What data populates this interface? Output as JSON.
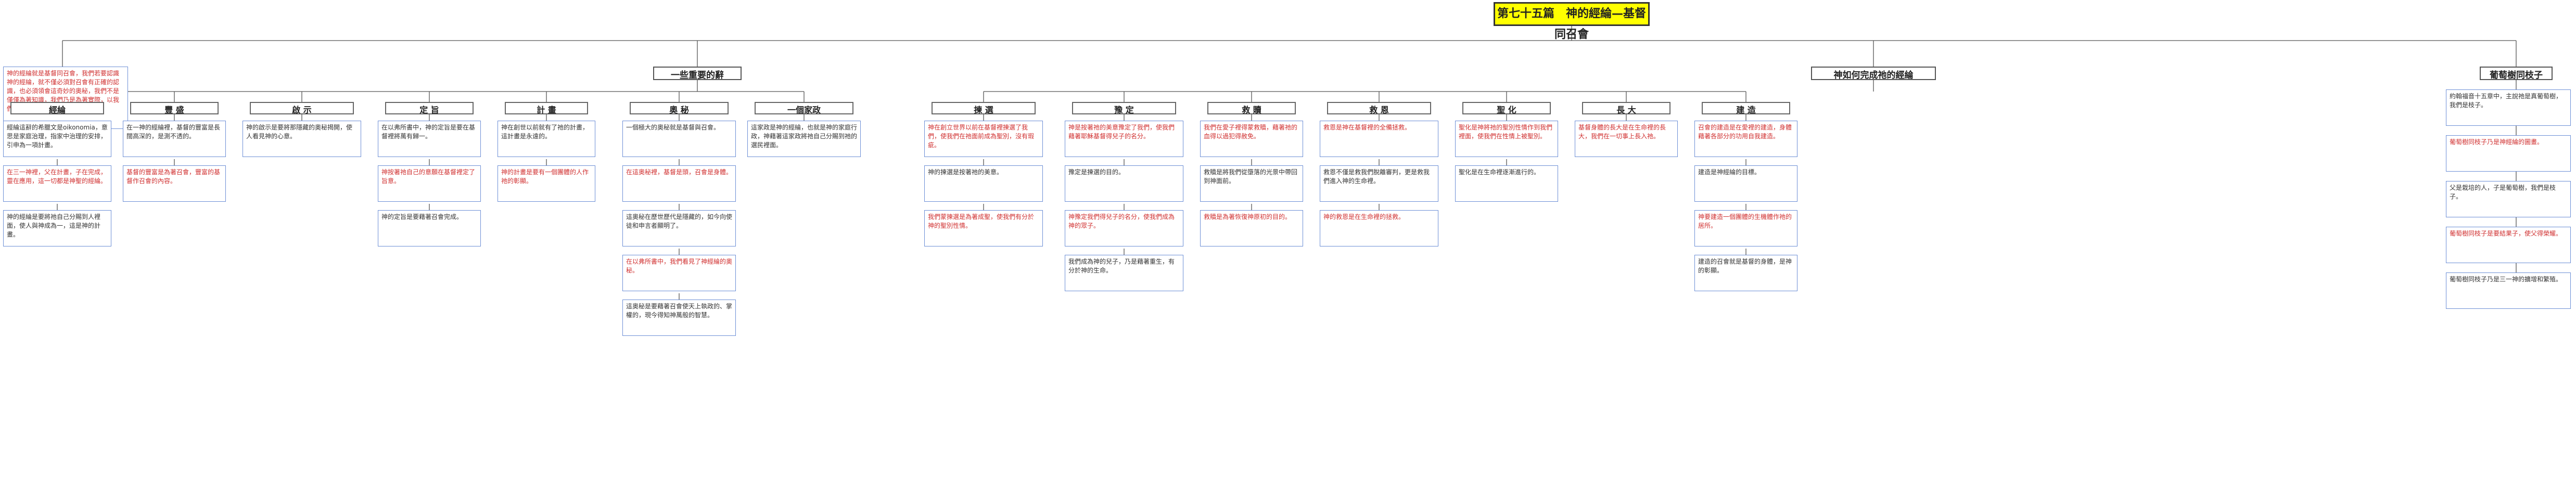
{
  "root": {
    "title": "第七十五篇　神的經綸—基督同召會"
  },
  "branches": {
    "intro_note": "神的經綸就是基督同召會，我們若要認識神的經綸，就不僅必須對召會有正確的認識，也必須領會這奇妙的奧秘，我們不是僅僅為著知識，我們乃是為著實際，以我們的經歷達到神經綸中的實際。",
    "g1": {
      "title": "一些重要的辭"
    },
    "g2": {
      "title": "神如何完成祂的經綸"
    },
    "g3": {
      "title": "葡萄樹同枝子"
    }
  },
  "words": [
    {
      "title": "經綸",
      "notes": [
        "經綸這辭的希臘文是oikonomia，意思是家庭治理，指家中治理的安排，引申為一項計畫。",
        "在三一神裡，父在計畫，子在完成，靈在應用，這一切都是神聖的經綸。",
        "神的經綸是要將祂自己分賜到人裡面，使人與神成為一，這是神的計畫。"
      ]
    },
    {
      "title": "豐 盛",
      "notes": [
        "在一神的經綸裡，基督的豐富是長闊高深的，是測不透的。",
        "基督的豐富是為著召會，豐富的基督作召會的內容。"
      ]
    },
    {
      "title": "啟 示",
      "notes": [
        "神的啟示是要將那隱藏的奧秘揭開，使人看見神的心意。"
      ]
    },
    {
      "title": "定 旨",
      "notes": [
        "在以弗所書中，神的定旨是要在基督裡將萬有歸一。",
        "神按著祂自己的意願在基督裡定了旨意。",
        "神的定旨是要藉著召會完成。"
      ]
    },
    {
      "title": "計 畫",
      "notes": [
        "神在創世以前就有了祂的計畫，這計畫是永遠的。",
        "神的計畫是要有一個團體的人作祂的彰顯。"
      ]
    },
    {
      "title": "奧 秘",
      "notes": [
        "一個極大的奧秘就是基督與召會。",
        "在這奧秘裡，基督是頭，召會是身體。",
        "這奧秘在歷世歷代是隱藏的，如今向使徒和申言者顯明了。",
        "在以弗所書中，我們看見了神經綸的奧秘。",
        "這奧秘是要藉著召會使天上執政的、掌權的，現今得知神萬般的智慧。"
      ]
    },
    {
      "title": "一個家政",
      "notes": [
        "這家政是神的經綸，也就是神的家庭行政，神藉著這家政將祂自己分賜到祂的選民裡面。"
      ]
    }
  ],
  "means": [
    {
      "title": "揀 選",
      "notes": [
        "神在創立世界以前在基督裡揀選了我們，使我們在祂面前成為聖別，沒有瑕疵。",
        "神的揀選是按著祂的美意。",
        "我們蒙揀選是為著成聖，使我們有分於神的聖別性情。"
      ]
    },
    {
      "title": "豫 定",
      "notes": [
        "神是按著祂的美意豫定了我們，使我們藉著耶穌基督得兒子的名分。",
        "豫定是揀選的目的。",
        "神豫定我們得兒子的名分，使我們成為神的眾子。",
        "我們成為神的兒子，乃是藉著重生，有分於神的生命。"
      ]
    },
    {
      "title": "救 贖",
      "notes": [
        "我們在愛子裡得蒙救贖，藉著祂的血得以過犯得赦免。",
        "救贖是將我們從墮落的光景中帶回到神面前。",
        "救贖是為著恢復神原初的目的。"
      ]
    },
    {
      "title": "救 恩",
      "notes": [
        "救恩是神在基督裡的全備拯救。",
        "救恩不僅是救我們脫離審判，更是救我們進入神的生命裡。",
        "神的救恩是在生命裡的拯救。"
      ]
    },
    {
      "title": "聖 化",
      "notes": [
        "聖化是神將祂的聖別性情作到我們裡面，使我們在性情上被聖別。",
        "聖化是在生命裡逐漸進行的。"
      ]
    },
    {
      "title": "長 大",
      "notes": [
        "基督身體的長大是在生命裡的長大，我們在一切事上長入祂。"
      ]
    },
    {
      "title": "建 造",
      "notes": [
        "召會的建造是在愛裡的建造，身體藉著各部分的功用自我建造。",
        "建造是神經綸的目標。",
        "神要建造一個團體的生機體作祂的居所。",
        "建造的召會就是基督的身體，是神的彰顯。"
      ]
    }
  ],
  "vine": {
    "notes": [
      "約翰福音十五章中，主說祂是真葡萄樹，我們是枝子。",
      "葡萄樹同枝子乃是神經綸的圖畫。",
      "父是栽培的人，子是葡萄樹，我們是枝子。",
      "葡萄樹同枝子是要結果子，使父得榮耀。",
      "葡萄樹同枝子乃是三一神的擴增和繁殖。"
    ]
  }
}
